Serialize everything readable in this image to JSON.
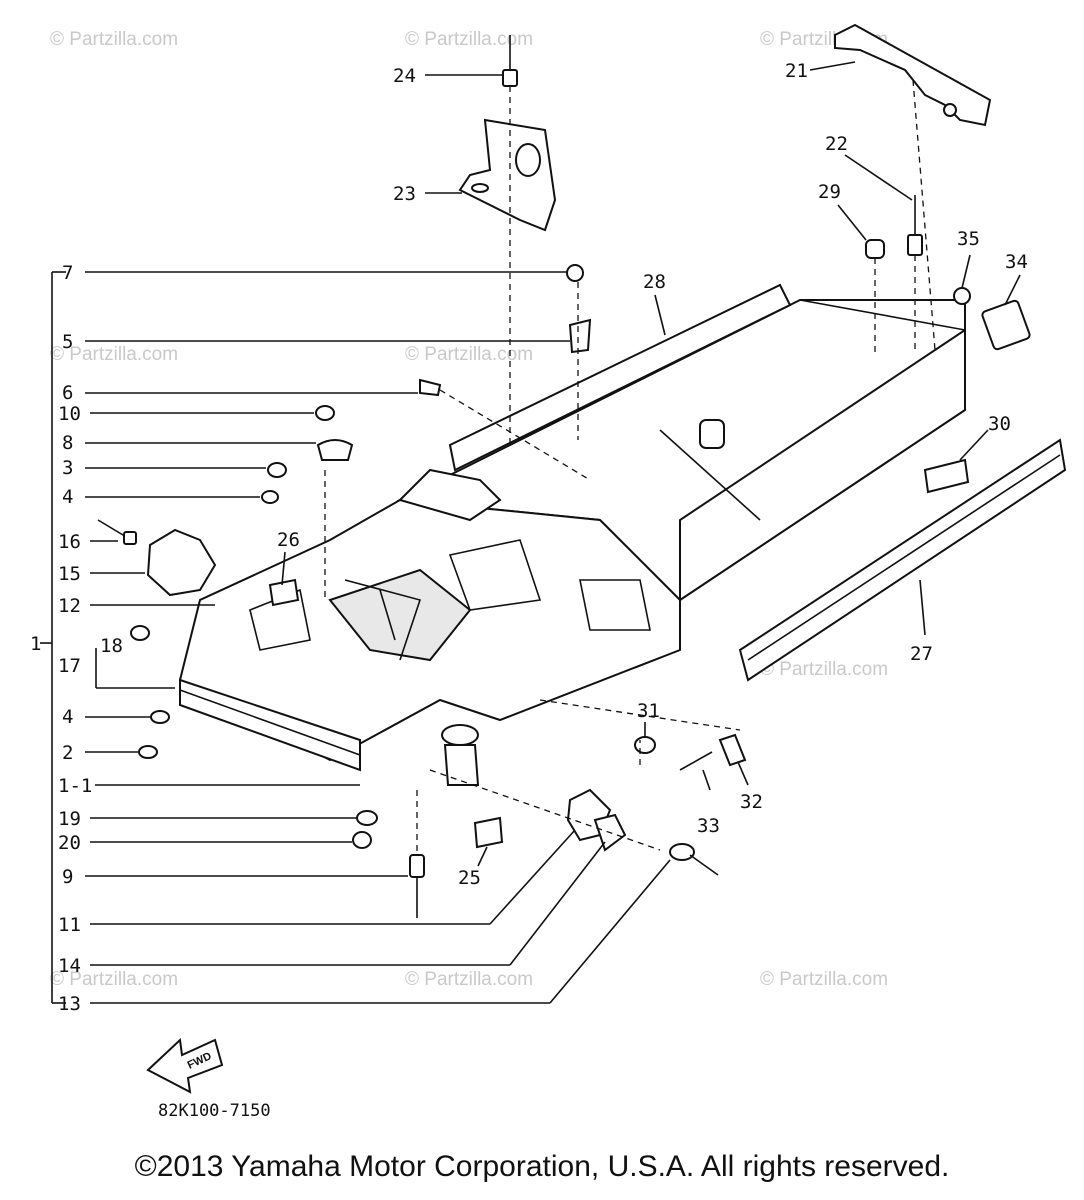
{
  "watermark": "© Partzilla.com",
  "diagram_code": "82K100-7150",
  "fwd_label": "FWD",
  "copyright": "©2013 Yamaha Motor Corporation, U.S.A. All rights reserved.",
  "callouts": {
    "c1": "1",
    "c1_1": "1-1",
    "c2": "2",
    "c3": "3",
    "c4a": "4",
    "c4b": "4",
    "c5": "5",
    "c6": "6",
    "c7": "7",
    "c8": "8",
    "c9": "9",
    "c10": "10",
    "c11": "11",
    "c12": "12",
    "c13": "13",
    "c14": "14",
    "c15": "15",
    "c16": "16",
    "c17": "17",
    "c18": "18",
    "c19": "19",
    "c20": "20",
    "c21": "21",
    "c22": "22",
    "c23": "23",
    "c24": "24",
    "c25": "25",
    "c26": "26",
    "c27": "27",
    "c28": "28",
    "c29": "29",
    "c30": "30",
    "c31": "31",
    "c32": "32",
    "c33": "33",
    "c34": "34",
    "c35": "35"
  }
}
